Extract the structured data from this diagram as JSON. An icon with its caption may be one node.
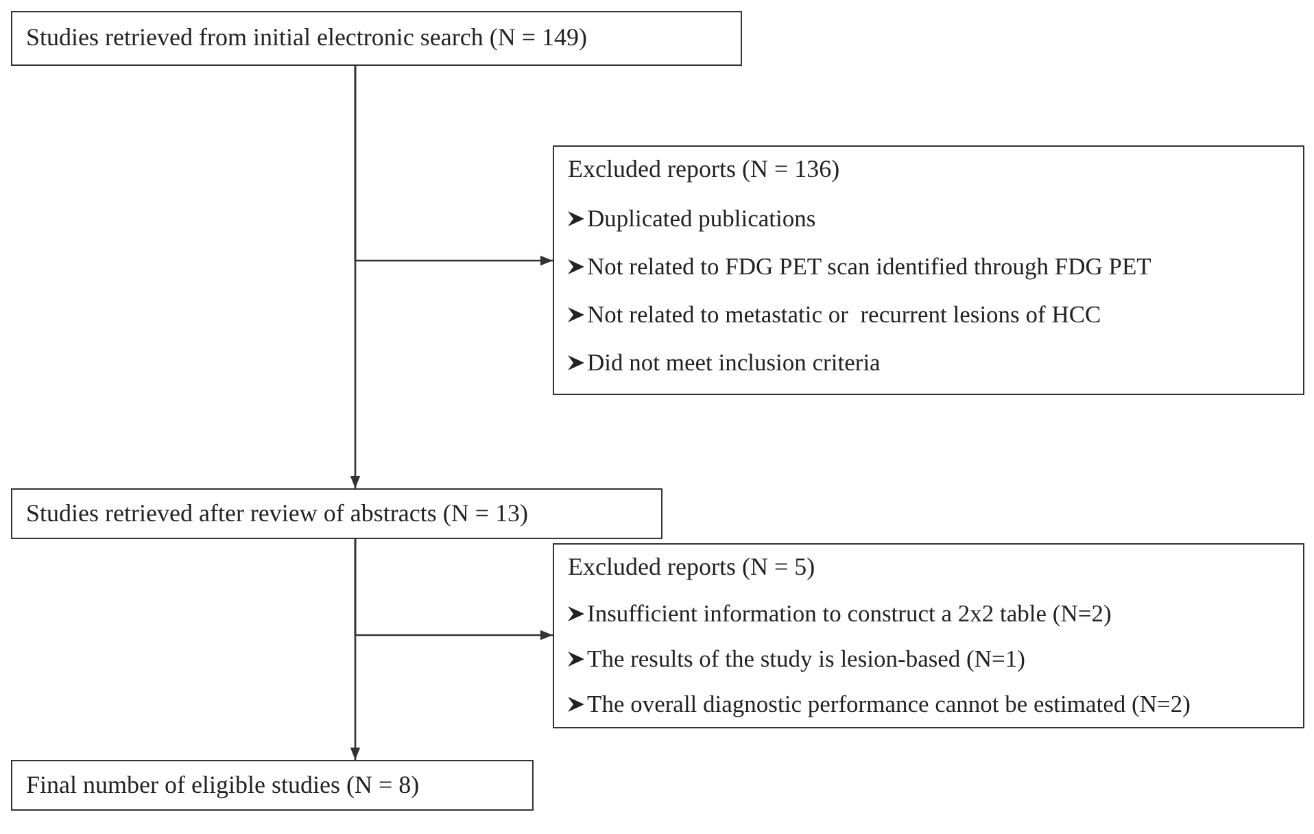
{
  "diagram": {
    "nodes": [
      {
        "text": [
          "Studies retrieved from initial electronic search  (N = 149)"
        ]
      },
      {
        "text": [
          "Excluded reports (N = 136)",
          "Duplicated publications",
          "Not related to FDG PET scan identified through FDG PET",
          "Not related to metastatic or  recurrent lesions of HCC",
          "Did not meet inclusion criteria"
        ]
      },
      {
        "text": [
          "Studies retrieved after review of abstracts (N = 13)"
        ]
      },
      {
        "text": [
          "Excluded reports (N = 5)",
          "Insufficient information to construct a 2x2 table (N=2)",
          "The results of the study is lesion-based (N=1)",
          "The overall diagnostic performance cannot be estimated (N=2)"
        ]
      },
      {
        "text": [
          "Final number of eligible studies (N = 8)"
        ]
      }
    ],
    "edges": [
      {
        "from": 0,
        "to": 2,
        "arrow": "to"
      },
      {
        "from": 0,
        "to": 1,
        "arrow": "to"
      },
      {
        "from": 2,
        "to": 4,
        "arrow": "to"
      },
      {
        "from": 2,
        "to": 3,
        "arrow": "to"
      }
    ]
  }
}
